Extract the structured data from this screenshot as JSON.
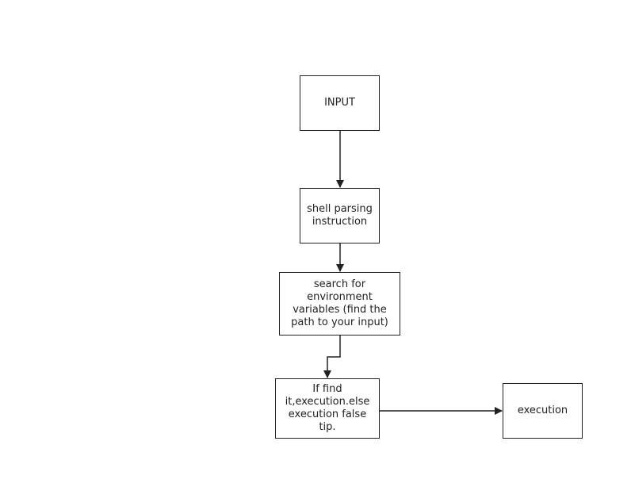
{
  "diagram": {
    "nodes": [
      {
        "id": "input",
        "label": "INPUT"
      },
      {
        "id": "parse",
        "label": "shell parsing instruction"
      },
      {
        "id": "search",
        "label": "search for environment variables (find the path to your input)"
      },
      {
        "id": "find",
        "label": "If find it,execution.else execution false tip."
      },
      {
        "id": "exec",
        "label": "execution"
      }
    ],
    "edges": [
      {
        "from": "input",
        "to": "parse"
      },
      {
        "from": "parse",
        "to": "search"
      },
      {
        "from": "search",
        "to": "find"
      },
      {
        "from": "find",
        "to": "exec"
      }
    ],
    "colors": {
      "stroke": "#222222",
      "background": "#ffffff",
      "text": "#222222"
    }
  }
}
